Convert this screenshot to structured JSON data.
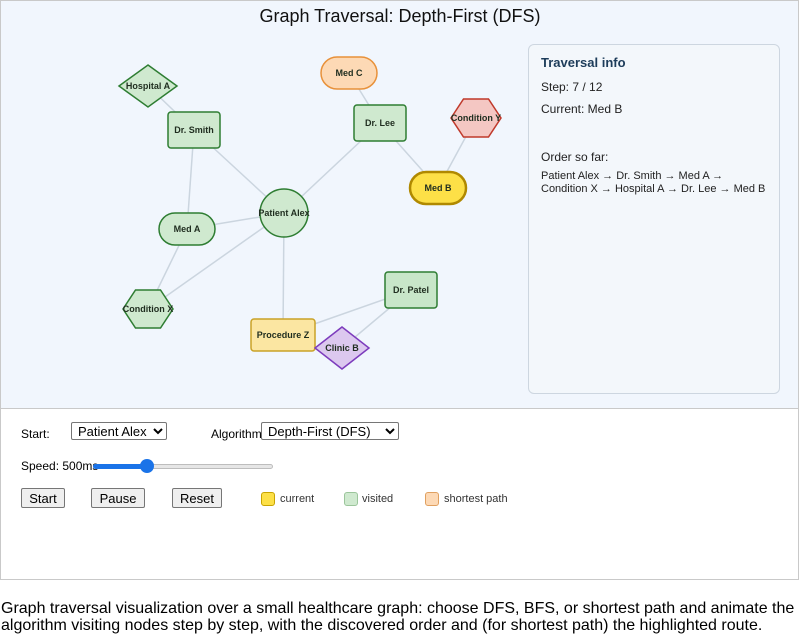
{
  "title": "Graph Traversal: Depth-First (DFS)",
  "info": {
    "heading": "Traversal info",
    "step": "Step: 7 / 12",
    "current": "Current: Med B",
    "order_label": "Order so far:",
    "order": "Patient Alex → Dr. Smith → Med A → Condition X → Hospital A → Dr. Lee → Med B"
  },
  "nodes": [
    {
      "id": "hospital_a",
      "label": "Hospital A",
      "shape": "diamond",
      "state": "visited"
    },
    {
      "id": "dr_smith",
      "label": "Dr. Smith",
      "shape": "rect",
      "state": "visited"
    },
    {
      "id": "med_c",
      "label": "Med C",
      "shape": "pill",
      "state": "shortest"
    },
    {
      "id": "dr_lee",
      "label": "Dr. Lee",
      "shape": "rect",
      "state": "visited"
    },
    {
      "id": "condition_y",
      "label": "Condition Y",
      "shape": "hexagon",
      "state": "condition"
    },
    {
      "id": "med_b",
      "label": "Med B",
      "shape": "pill",
      "state": "current"
    },
    {
      "id": "patient_alex",
      "label": "Patient Alex",
      "shape": "circle",
      "state": "visited"
    },
    {
      "id": "med_a",
      "label": "Med A",
      "shape": "pill",
      "state": "visited"
    },
    {
      "id": "condition_x",
      "label": "Condition X",
      "shape": "hexagon",
      "state": "visited"
    },
    {
      "id": "dr_patel",
      "label": "Dr. Patel",
      "shape": "rect",
      "state": "unvisited"
    },
    {
      "id": "procedure_z",
      "label": "Procedure Z",
      "shape": "rect",
      "state": "procedure"
    },
    {
      "id": "clinic_b",
      "label": "Clinic B",
      "shape": "diamond",
      "state": "clinic"
    }
  ],
  "edges": [
    [
      "hospital_a",
      "dr_smith"
    ],
    [
      "dr_smith",
      "patient_alex"
    ],
    [
      "dr_smith",
      "med_a"
    ],
    [
      "patient_alex",
      "dr_lee"
    ],
    [
      "dr_lee",
      "med_c"
    ],
    [
      "dr_lee",
      "med_b"
    ],
    [
      "med_b",
      "condition_y"
    ],
    [
      "patient_alex",
      "med_a"
    ],
    [
      "med_a",
      "condition_x"
    ],
    [
      "patient_alex",
      "condition_x"
    ],
    [
      "patient_alex",
      "procedure_z"
    ],
    [
      "procedure_z",
      "dr_patel"
    ],
    [
      "clinic_b",
      "dr_patel"
    ]
  ],
  "colors": {
    "visited_fill": "#cfe9cf",
    "visited_stroke": "#2e7d32",
    "current_fill": "#fde047",
    "current_stroke": "#b08900",
    "shortest_fill": "#fdd9b5",
    "shortest_stroke": "#e8913a",
    "condition_fill": "#f4c7c3",
    "condition_stroke": "#c0392b",
    "procedure_fill": "#fbe6a2",
    "procedure_stroke": "#c9a227",
    "clinic_fill": "#dcc8ef",
    "clinic_stroke": "#7d3cbd",
    "unvisited_fill": "#c8e6c9",
    "unvisited_stroke": "#2e7d32",
    "edge": "#cbd5df"
  },
  "controls": {
    "start_label": "Start:",
    "start_value": "Patient Alex",
    "algorithm_label": "Algorithm",
    "algorithm_value": "Depth-First (DFS)",
    "speed_label": "Speed: 500ms",
    "speed_fraction": 0.3,
    "start_button": "Start",
    "pause_button": "Pause",
    "reset_button": "Reset"
  },
  "legend": [
    {
      "label": "current",
      "fill": "#fde047",
      "stroke": "#c9a400"
    },
    {
      "label": "visited",
      "fill": "#cfe9cf",
      "stroke": "#9bc59b"
    },
    {
      "label": "shortest path",
      "fill": "#fdd9b5",
      "stroke": "#e0a060"
    }
  ],
  "caption": "Graph traversal visualization over a small healthcare graph: choose DFS, BFS, or shortest path and animate the algorithm visiting nodes step by step, with the discovered order and (for shortest path) the highlighted route."
}
